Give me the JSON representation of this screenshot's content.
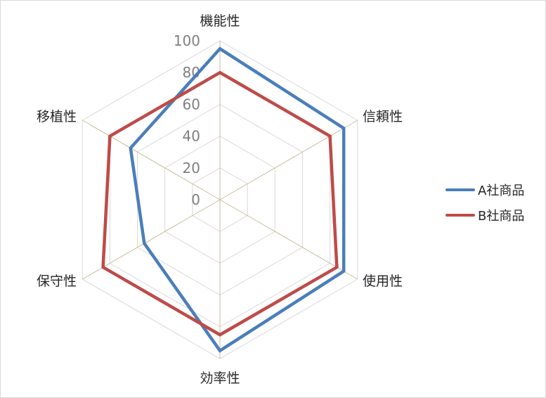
{
  "chart_data": {
    "type": "radar",
    "title": "",
    "categories": [
      "機能性",
      "信頼性",
      "使用性",
      "効率性",
      "保守性",
      "移植性"
    ],
    "series": [
      {
        "name": "A社商品",
        "color": "#4a7ebb",
        "values": [
          95,
          90,
          90,
          95,
          55,
          65
        ]
      },
      {
        "name": "B社商品",
        "color": "#be4b48",
        "values": [
          80,
          80,
          85,
          85,
          85,
          80
        ]
      }
    ],
    "radial_ticks": [
      0,
      20,
      40,
      60,
      80,
      100
    ],
    "rlim": [
      0,
      100
    ],
    "grid": true,
    "legend_position": "right"
  },
  "legend": {
    "items": [
      {
        "label": "A社商品",
        "color": "#4a7ebb"
      },
      {
        "label": "B社商品",
        "color": "#be4b48"
      }
    ]
  }
}
